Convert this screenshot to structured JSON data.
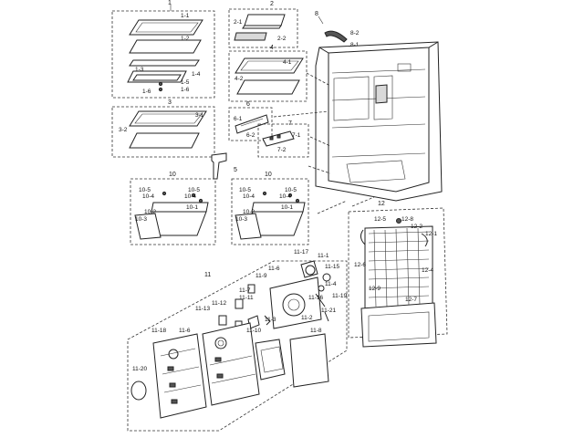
{
  "groups": {
    "g1": "1",
    "g2": "2",
    "g3": "3",
    "g4": "4",
    "g5": "5",
    "g6": "6",
    "g7": "7",
    "g8": "8",
    "g10a": "10",
    "g10b": "10",
    "g11": "11",
    "g12": "12"
  },
  "labels": {
    "l1_1": "1-1",
    "l1_2": "1-2",
    "l1_3": "1-3",
    "l1_4": "1-4",
    "l1_5": "1-5",
    "l1_6a": "1-6",
    "l1_6b": "1-6",
    "l2_1": "2-1",
    "l2_2": "2-2",
    "l3_1": "3-1",
    "l3_2": "3-2",
    "l4_1": "4-1",
    "l4_2": "4-2",
    "l6_1": "6-1",
    "l6_2": "6-2",
    "l7_1": "7-1",
    "l7_2": "7-2",
    "l8_1": "8-1",
    "l8_2": "8-2",
    "la10_5a": "10-5",
    "la10_5b": "10-5",
    "la10_4a": "10-4",
    "la10_4b": "10-4",
    "la10_2": "10-2",
    "la10_1": "10-1",
    "la10_3": "10-3",
    "lb10_5a": "10-5",
    "lb10_5b": "10-5",
    "lb10_4a": "10-4",
    "lb10_4b": "10-4",
    "lb10_2": "10-2",
    "lb10_1": "10-1",
    "lb10_3": "10-3",
    "l11_1": "11-1",
    "l11_2": "11-2",
    "l11_3": "11-3",
    "l11_4": "11-4",
    "l11_6a": "11-6",
    "l11_6b": "11-6",
    "l11_7": "11-7",
    "l11_8": "11-8",
    "l11_9": "11-9",
    "l11_10": "11-10",
    "l11_11": "11-11",
    "l11_12": "11-12",
    "l11_13": "11-13",
    "l11_15": "11-15",
    "l11_16": "11-16",
    "l11_17": "11-17",
    "l11_18": "11-18",
    "l11_19": "11-19",
    "l11_20": "11-20",
    "l11_21": "11-21",
    "l12_1": "12-1",
    "l12_2": "12-2",
    "l12_4": "12-4",
    "l12_5": "12-5",
    "l12_6": "12-6",
    "l12_7": "12-7",
    "l12_8": "12-8",
    "l12_9": "12-9"
  }
}
